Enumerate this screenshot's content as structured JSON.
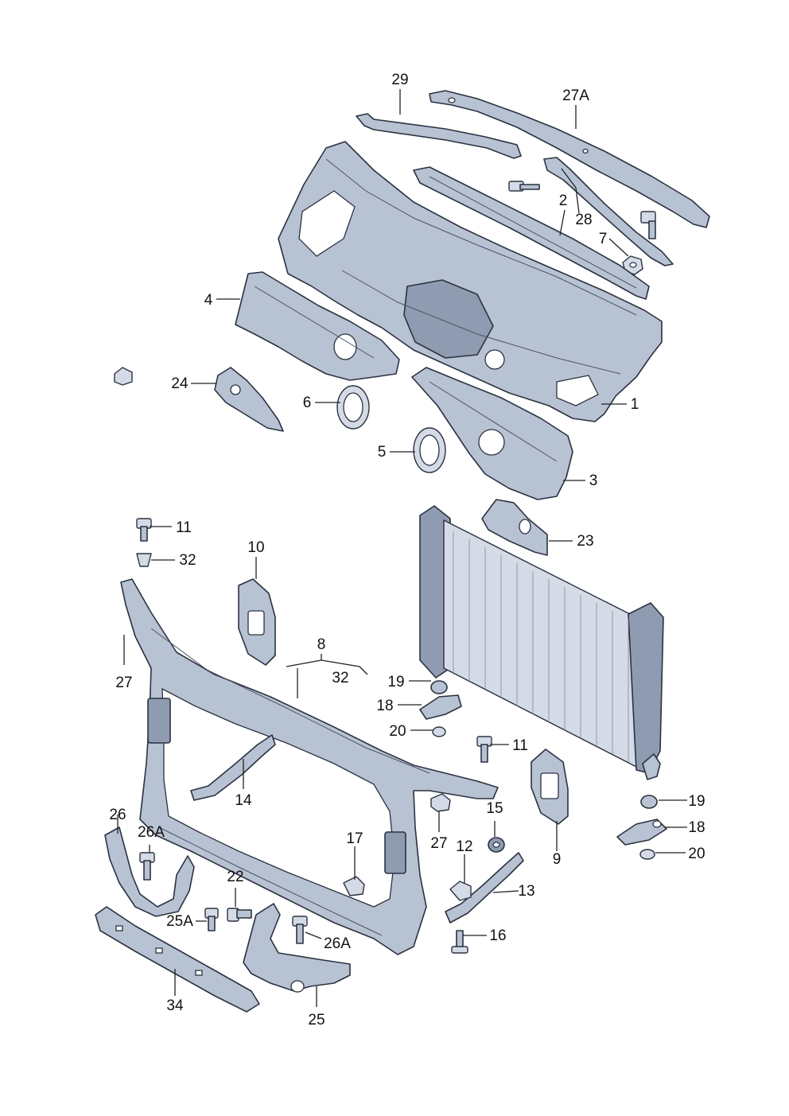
{
  "callouts": [
    {
      "id": "l29",
      "text": "29"
    },
    {
      "id": "l27A",
      "text": "27A"
    },
    {
      "id": "l2",
      "text": "2"
    },
    {
      "id": "l28",
      "text": "28"
    },
    {
      "id": "l7",
      "text": "7"
    },
    {
      "id": "l4",
      "text": "4"
    },
    {
      "id": "l1",
      "text": "1"
    },
    {
      "id": "l24",
      "text": "24"
    },
    {
      "id": "l6",
      "text": "6"
    },
    {
      "id": "l5",
      "text": "5"
    },
    {
      "id": "l3",
      "text": "3"
    },
    {
      "id": "l23",
      "text": "23"
    },
    {
      "id": "l11a",
      "text": "11"
    },
    {
      "id": "l32a",
      "text": "32"
    },
    {
      "id": "l10",
      "text": "10"
    },
    {
      "id": "l8",
      "text": "8"
    },
    {
      "id": "l32b",
      "text": "32"
    },
    {
      "id": "l27a",
      "text": "27"
    },
    {
      "id": "l19a",
      "text": "19"
    },
    {
      "id": "l18a",
      "text": "18"
    },
    {
      "id": "l20a",
      "text": "20"
    },
    {
      "id": "l11b",
      "text": "11"
    },
    {
      "id": "l14",
      "text": "14"
    },
    {
      "id": "l26",
      "text": "26"
    },
    {
      "id": "l15",
      "text": "15"
    },
    {
      "id": "l27b",
      "text": "27"
    },
    {
      "id": "l19b",
      "text": "19"
    },
    {
      "id": "l18b",
      "text": "18"
    },
    {
      "id": "l20b",
      "text": "20"
    },
    {
      "id": "l26Aa",
      "text": "26A"
    },
    {
      "id": "l17",
      "text": "17"
    },
    {
      "id": "l12",
      "text": "12"
    },
    {
      "id": "l9",
      "text": "9"
    },
    {
      "id": "l22",
      "text": "22"
    },
    {
      "id": "l13",
      "text": "13"
    },
    {
      "id": "l25A",
      "text": "25A"
    },
    {
      "id": "l26Ab",
      "text": "26A"
    },
    {
      "id": "l16",
      "text": "16"
    },
    {
      "id": "l34",
      "text": "34"
    },
    {
      "id": "l25",
      "text": "25"
    }
  ],
  "colors": {
    "part_fill": "#b7c2d3",
    "part_shadow": "#8e9bb1",
    "part_highlight": "#d5dbe6",
    "outline": "#2b3240",
    "label": "#111111"
  }
}
